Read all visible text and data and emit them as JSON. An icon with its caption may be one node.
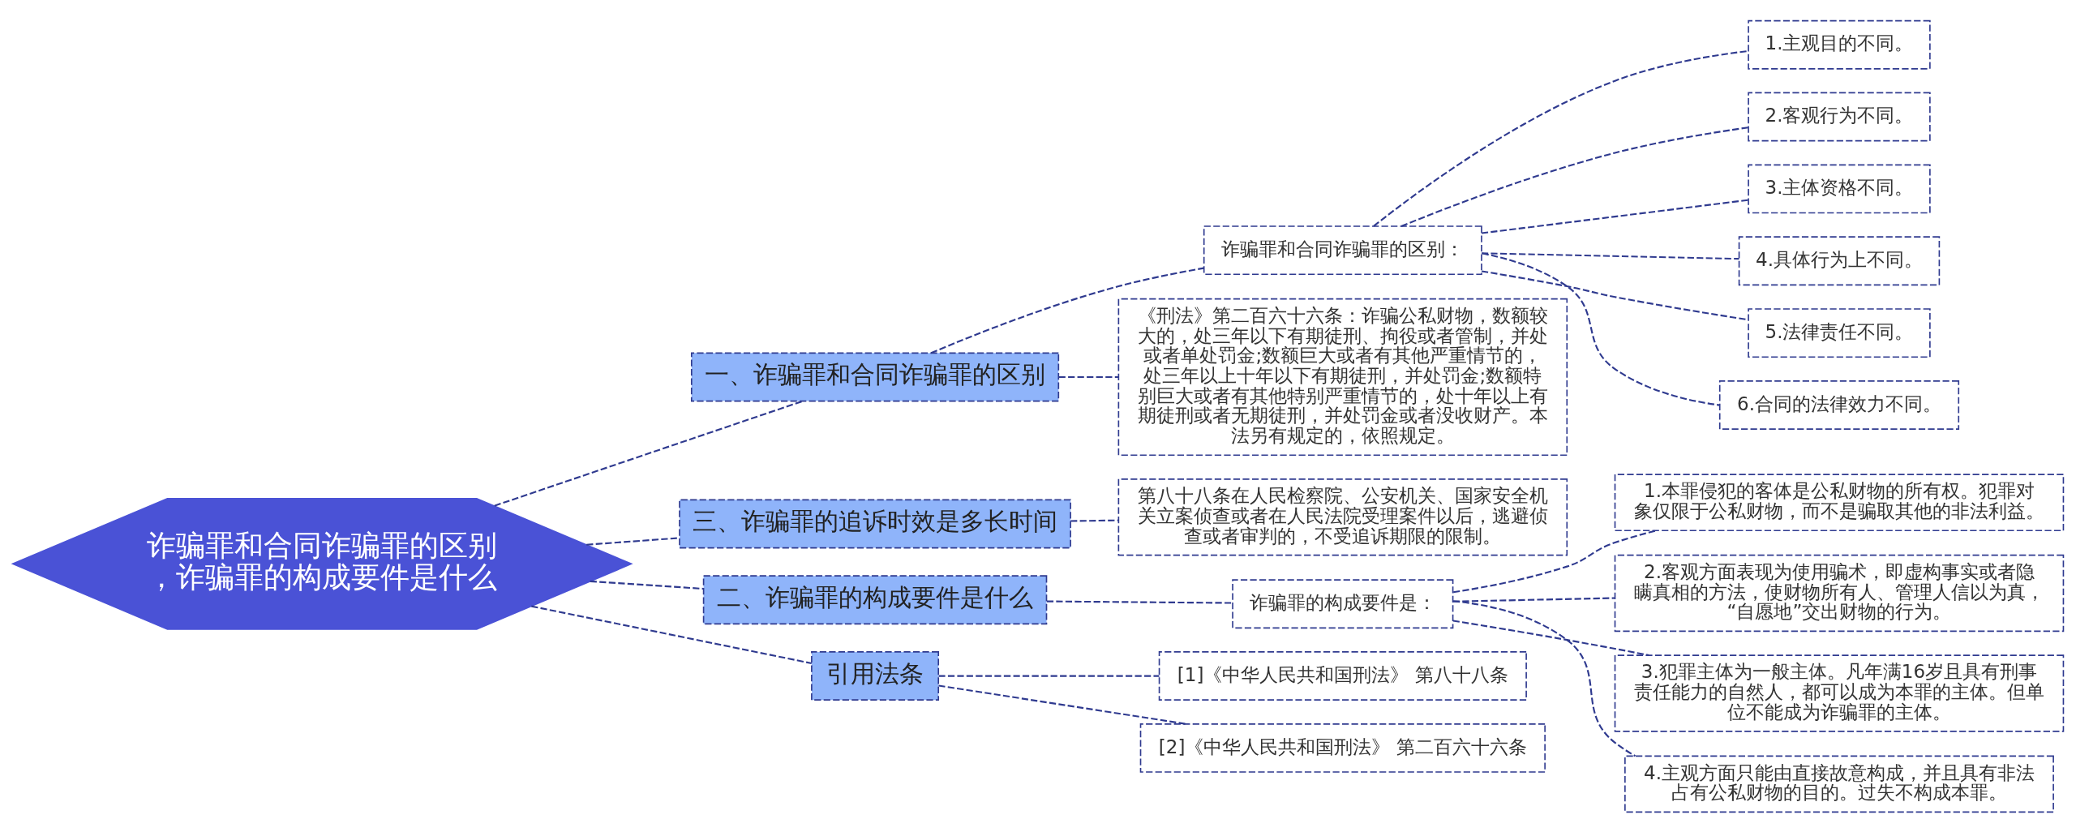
{
  "diagram": {
    "nodes": [
      {
        "text": [
          "诈骗罪和合同诈骗罪的区别，诈骗罪的构成要件是什么"
        ]
      },
      {
        "text": [
          "一、诈骗罪和合同诈骗罪的区别"
        ]
      },
      {
        "text": [
          "诈骗罪和合同诈骗罪的区别："
        ]
      },
      {
        "text": [
          "1.主观目的不同。"
        ]
      },
      {
        "text": [
          "2.客观行为不同。"
        ]
      },
      {
        "text": [
          "3.主体资格不同。"
        ]
      },
      {
        "text": [
          "4.具体行为上不同。"
        ]
      },
      {
        "text": [
          "5.法律责任不同。"
        ]
      },
      {
        "text": [
          "6.合同的法律效力不同。"
        ]
      },
      {
        "text": [
          "《刑法》第二百六十六条：诈骗公私财物，数额较大的，处三年以下有期徒刑、拘役或者管制，并处或者单处罚金;数额巨大或者有其他严重情节的，处三年以上十年以下有期徒刑，并处罚金;数额特别巨大或者有其他特别严重情节的，处十年以上有期徒刑或者无期徒刑，并处罚金或者没收财产。本法另有规定的，依照规定。"
        ]
      },
      {
        "text": [
          "三、诈骗罪的追诉时效是多长时间"
        ]
      },
      {
        "text": [
          "第八十八条在人民检察院、公安机关、国家安全机关立案侦查或者在人民法院受理案件以后，逃避侦查或者审判的，不受追诉期限的限制。"
        ]
      },
      {
        "text": [
          "二、诈骗罪的构成要件是什么"
        ]
      },
      {
        "text": [
          "诈骗罪的构成要件是："
        ]
      },
      {
        "text": [
          "1.本罪侵犯的客体是公私财物的所有权。犯罪对象仅限于公私财物，而不是骗取其他的非法利益。"
        ]
      },
      {
        "text": [
          "2.客观方面表现为使用骗术，即虚构事实或者隐瞒真相的方法，使财物所有人、管理人信以为真，“自愿地”交出财物的行为。"
        ]
      },
      {
        "text": [
          "3.犯罪主体为一般主体。凡年满16岁且具有刑事责任能力的自然人，都可以成为本罪的主体。但单位不能成为诈骗罪的主体。"
        ]
      },
      {
        "text": [
          "4.主观方面只能由直接故意构成，并且具有非法占有公私财物的目的。过失不构成本罪。"
        ]
      },
      {
        "text": [
          "引用法条"
        ]
      },
      {
        "text": [
          "[1]《中华人民共和国刑法》 第八十八条"
        ]
      },
      {
        "text": [
          "[2]《中华人民共和国刑法》 第二百六十六条"
        ]
      }
    ],
    "edges": [
      {
        "from": 0,
        "to": 1,
        "arrow": "none",
        "style": "dashed"
      },
      {
        "from": 1,
        "to": 2,
        "arrow": "none",
        "style": "dashed"
      },
      {
        "from": 2,
        "to": 3,
        "arrow": "none",
        "style": "dashed"
      },
      {
        "from": 2,
        "to": 4,
        "arrow": "none",
        "style": "dashed"
      },
      {
        "from": 2,
        "to": 5,
        "arrow": "none",
        "style": "dashed"
      },
      {
        "from": 2,
        "to": 6,
        "arrow": "none",
        "style": "dashed"
      },
      {
        "from": 2,
        "to": 7,
        "arrow": "none",
        "style": "dashed"
      },
      {
        "from": 2,
        "to": 8,
        "arrow": "none",
        "style": "dashed"
      },
      {
        "from": 1,
        "to": 9,
        "arrow": "none",
        "style": "dashed"
      },
      {
        "from": 0,
        "to": 10,
        "arrow": "none",
        "style": "dashed"
      },
      {
        "from": 10,
        "to": 11,
        "arrow": "none",
        "style": "dashed"
      },
      {
        "from": 0,
        "to": 12,
        "arrow": "none",
        "style": "dashed"
      },
      {
        "from": 12,
        "to": 13,
        "arrow": "none",
        "style": "dashed"
      },
      {
        "from": 13,
        "to": 14,
        "arrow": "none",
        "style": "dashed"
      },
      {
        "from": 13,
        "to": 15,
        "arrow": "none",
        "style": "dashed"
      },
      {
        "from": 13,
        "to": 16,
        "arrow": "none",
        "style": "dashed"
      },
      {
        "from": 13,
        "to": 17,
        "arrow": "none",
        "style": "dashed"
      },
      {
        "from": 0,
        "to": 18,
        "arrow": "none",
        "style": "dashed"
      },
      {
        "from": 18,
        "to": 19,
        "arrow": "none",
        "style": "dashed"
      },
      {
        "from": 18,
        "to": 20,
        "arrow": "none",
        "style": "dashed"
      }
    ]
  }
}
